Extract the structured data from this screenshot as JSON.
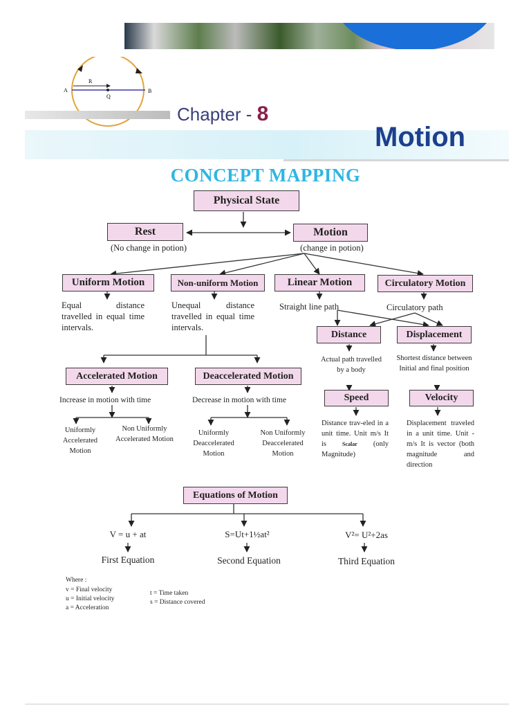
{
  "header": {
    "chapter_label": "Chapter - ",
    "chapter_number": "8",
    "title": "Motion",
    "diagram_labels": {
      "a": "A",
      "b": "B",
      "r": "R",
      "q": "Q"
    }
  },
  "concept_title": "CONCEPT MAPPING",
  "nodes": {
    "physical_state": "Physical State",
    "rest": "Rest",
    "rest_note": "(No change in potion)",
    "motion": "Motion",
    "motion_note": "(change in potion)",
    "uniform": "Uniform Motion",
    "uniform_desc": "Equal distance travelled in equal time intervals.",
    "non_uniform": "Non-uniform Motion",
    "non_uniform_desc": "Unequal distance travelled in equal time intervals.",
    "linear": "Linear Motion",
    "linear_desc": "Straight line path",
    "circulatory": "Circulatory Motion",
    "circulatory_desc": "Circulatory path",
    "distance": "Distance",
    "distance_desc": "Actual path travelled by a body",
    "displacement": "Displacement",
    "displacement_desc": "Shortest distance between Initial and final position",
    "speed": "Speed",
    "speed_desc_1": "Distance trav-eled in a unit time. Unit m/s It is ",
    "speed_scalar": "Scalar",
    "speed_desc_2": " (only Magnitude)",
    "velocity": "Velocity",
    "velocity_desc": "Displacement traveled in a unit time. Unit - m/s It is vector (both magnitude and direction",
    "accelerated": "Accelerated Motion",
    "accelerated_desc": "Increase in motion with time",
    "deaccelerated": "Deaccelerated Motion",
    "deaccelerated_desc": "Decrease in motion with time",
    "uniformly_accelerated": "Uniformly Accelerated Motion",
    "non_uniformly_accelerated": "Non Uniformly Accelerated Motion",
    "uniformly_deaccelerated": "Uniformly Deaccelerated Motion",
    "non_uniformly_deaccelerated": "Non Uniformly Deaccelerated Motion",
    "equations": "Equations of Motion"
  },
  "equations": [
    {
      "formula": "V = u + at",
      "name": "First Equation"
    },
    {
      "formula": "S=Ut+1½at²",
      "name": "Second Equation"
    },
    {
      "formula": "V²= U²+2as",
      "name": "Third Equation"
    }
  ],
  "legend": {
    "where": "Where :",
    "items_left": [
      "v = Final velocity",
      "u = Initial velocity",
      "a = Acceleration"
    ],
    "items_right": [
      "t = Time taken",
      "s = Distance covered"
    ]
  }
}
